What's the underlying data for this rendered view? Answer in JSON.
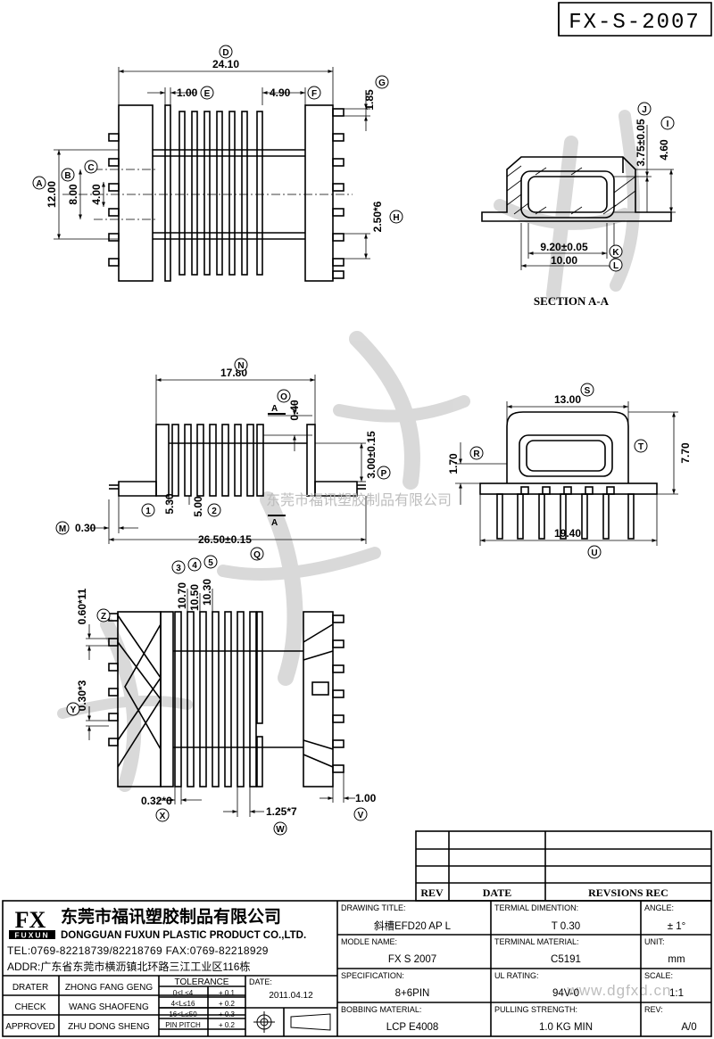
{
  "drawing_number": "FX-S-2007",
  "dimensions": {
    "d24_10": "24.10",
    "d1_00_top": "1.00",
    "d4_90": "4.90",
    "d1_85": "1.85",
    "d12_00": "12.00",
    "d8_00": "8.00",
    "d4_00": "4.00",
    "d2_50x6": "2.50*6",
    "d3_75": "3.75±0.05",
    "d4_60": "4.60",
    "d9_20": "9.20±0.05",
    "d10_00": "10.00",
    "d17_80": "17.80",
    "d0_40": "0.40",
    "d3_00": "3.00±0.15",
    "d5_30": "5.30",
    "d5_00": "5.00",
    "d0_30": "0.30",
    "d26_50": "26.50±0.15",
    "d13_00": "13.00",
    "d1_70": "1.70",
    "d7_70": "7.70",
    "d19_40": "19.40",
    "d10_70": "10.70",
    "d10_50": "10.50",
    "d10_30": "10.30",
    "d0_60x11": "0.60*11",
    "d0_30x3": "0.30*3",
    "d0_32x6": "0.32*6",
    "d1_25x7": "1.25*7",
    "d1_00_bot": "1.00"
  },
  "markers": {
    "D": "D",
    "E": "E",
    "F": "F",
    "G": "G",
    "A": "A",
    "B": "B",
    "C": "C",
    "H": "H",
    "I": "I",
    "J": "J",
    "K": "K",
    "L": "L",
    "N": "N",
    "O": "O",
    "P": "P",
    "M": "M",
    "Q": "Q",
    "S": "S",
    "R": "R",
    "T": "T",
    "U": "U",
    "Z": "Z",
    "Y": "Y",
    "X": "X",
    "W": "W",
    "V": "V",
    "n1": "1",
    "n2": "2",
    "n3": "3",
    "n4": "4",
    "n5": "5"
  },
  "section_label": "SECTION A-A",
  "section_mark": "A",
  "watermark_text": "东莞市福讯塑胶制品有限公司",
  "watermark_url": "www.dgfxd.cn",
  "revision_table": {
    "rev": "REV",
    "date": "DATE",
    "revisions": "REVSIONS REC"
  },
  "company": {
    "logo": "FX",
    "logo_sub": "FUXUN",
    "name_cn": "东莞市福讯塑胶制品有限公司",
    "name_en": "DONGGUAN FUXUN PLASTIC PRODUCT CO.,LTD.",
    "tel": "TEL:0769-82218739/82218769 FAX:0769-82218929",
    "addr": "ADDR:广东省东莞市横沥镇北环路三江工业区116栋"
  },
  "signoff": {
    "drater_label": "DRATER",
    "drater": "ZHONG FANG GENG",
    "check_label": "CHECK",
    "check": "WANG SHAOFENG",
    "approved_label": "APPROVED",
    "approved": "ZHU DONG SHENG",
    "tolerance_label": "TOLERANCE",
    "tol_rows": [
      {
        "range": "0<L≤4",
        "value": "+ 0.1"
      },
      {
        "range": "4<L≤16",
        "value": "+ 0.2"
      },
      {
        "range": "16<L≤50",
        "value": "+ 0.3"
      },
      {
        "range": "PIN PITCH",
        "value": "+ 0.2"
      }
    ],
    "date_label": "DATE:",
    "date": "2011.04.12"
  },
  "title_block": {
    "drawing_title_label": "DRAWING TITLE:",
    "drawing_title": "斜槽EFD20 AP L",
    "terminal_dimention_label": "TERMIAL DIMENTION:",
    "terminal_dimention": "T 0.30",
    "angle_label": "ANGLE:",
    "angle": "± 1°",
    "model_name_label": "MODLE NAME:",
    "model_name": "FX S 2007",
    "terminal_material_label": "TERMINAL MATERIAL:",
    "terminal_material": "C5191",
    "unit_label": "UNIT:",
    "unit": "mm",
    "specification_label": "SPECIFICATION:",
    "specification": "8+6PIN",
    "ul_rating_label": "UL RATING:",
    "ul_rating": "94V-0",
    "scale_label": "SCALE:",
    "scale": "1:1",
    "bobbin_material_label": "BOBBING MATERIAL:",
    "bobbin_material": "LCP E4008",
    "pulling_strength_label": "PULLING STRENGTH:",
    "pulling_strength": "1.0 KG MIN",
    "rev_label": "REV:",
    "rev": "A/0"
  },
  "colors": {
    "line": "#000000",
    "watermark": "#bdbdbd"
  }
}
